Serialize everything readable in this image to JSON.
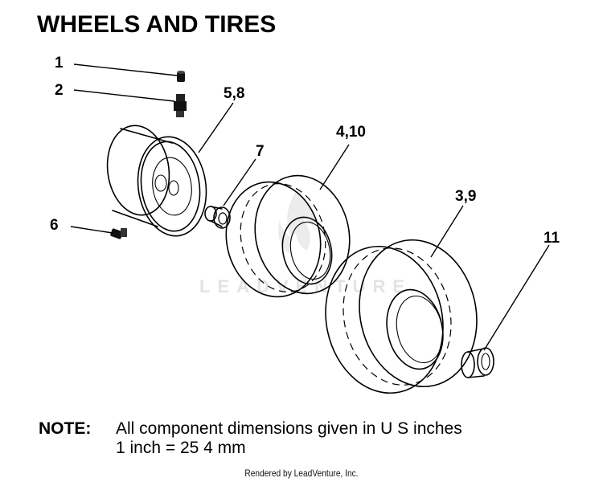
{
  "title": "WHEELS AND TIRES",
  "callouts": {
    "c1": "1",
    "c2": "2",
    "c5_8": "5,8",
    "c7": "7",
    "c4_10": "4,10",
    "c3_9": "3,9",
    "c6": "6",
    "c11": "11"
  },
  "watermark": "LEADVENTURE",
  "note": {
    "label": "NOTE:",
    "line1": "All component dimensions given in U S  inches",
    "line2": "1 inch = 25 4 mm"
  },
  "footer": "Rendered by LeadVenture, Inc.",
  "colors": {
    "ink": "#000000",
    "background": "#ffffff",
    "watermark": "#e3e3e3"
  }
}
